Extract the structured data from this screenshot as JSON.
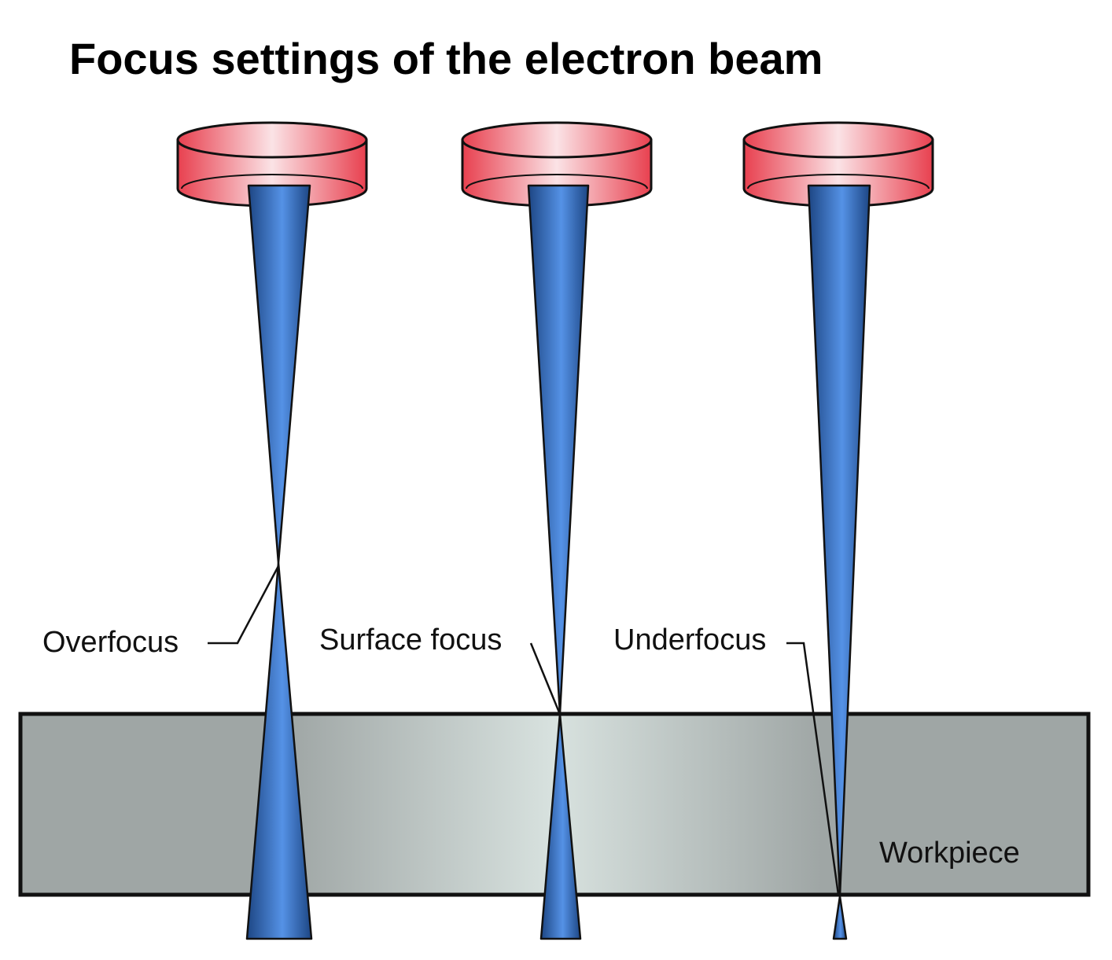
{
  "title": "Focus settings of the electron beam",
  "labels": {
    "overfocus": "Overfocus",
    "surface_focus": "Surface focus",
    "underfocus": "Underfocus",
    "workpiece": "Workpiece"
  },
  "colors": {
    "lens_edge": "#e8404f",
    "lens_center": "#fbe3e6",
    "beam_dark": "#1d4684",
    "beam_light": "#5592e6",
    "workpiece_edge": "#9fa6a5",
    "workpiece_center": "#d8e2df",
    "outline": "#111111"
  }
}
